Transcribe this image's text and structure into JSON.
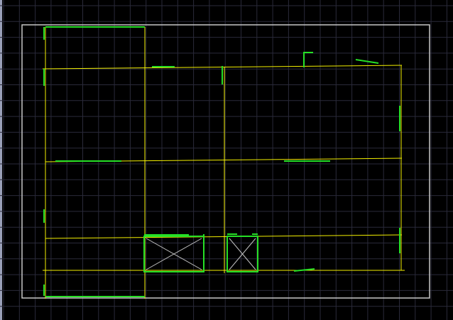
{
  "canvas": {
    "background_color": "#000000",
    "grid_color": "#2a2a3a",
    "frame_color": "#c8c8c8",
    "wall_color": "#f4f000",
    "element_color": "#26e026",
    "cross_color": "#c0c0c0",
    "left_edge_color": "#9aa0b8"
  },
  "plan": {
    "rooms": 7,
    "stair_or_shaft_boxes": 2,
    "markers": 16
  }
}
